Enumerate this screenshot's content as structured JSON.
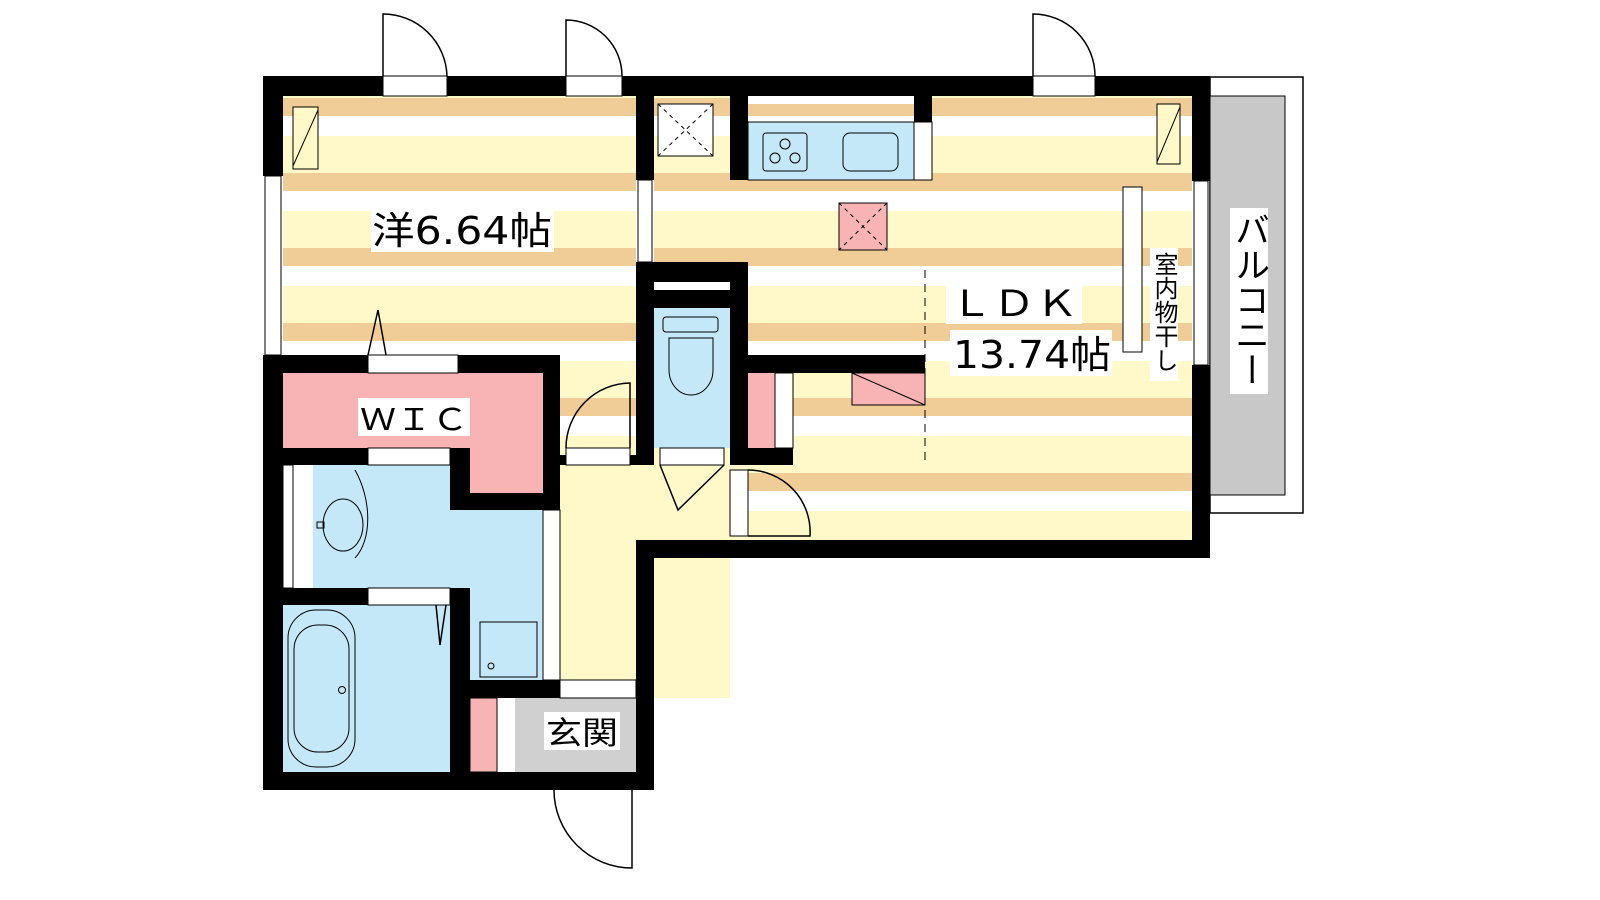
{
  "plan": {
    "western_room": "洋6.64帖",
    "ldk_name": "ＬＤＫ",
    "ldk_size": "13.74帖",
    "wic": "ＷＩＣ",
    "entrance": "玄関",
    "indoor_drying": "室内物干し",
    "balcony": "バルコニー"
  },
  "colors": {
    "wall": "#000000",
    "stripe_tan": "#f0cc96",
    "stripe_yellow": "#fff8c8",
    "storage_pink": "#f8b4b4",
    "wet_blue": "#c4e8f8",
    "balcony_gray": "#c8c8c8"
  }
}
